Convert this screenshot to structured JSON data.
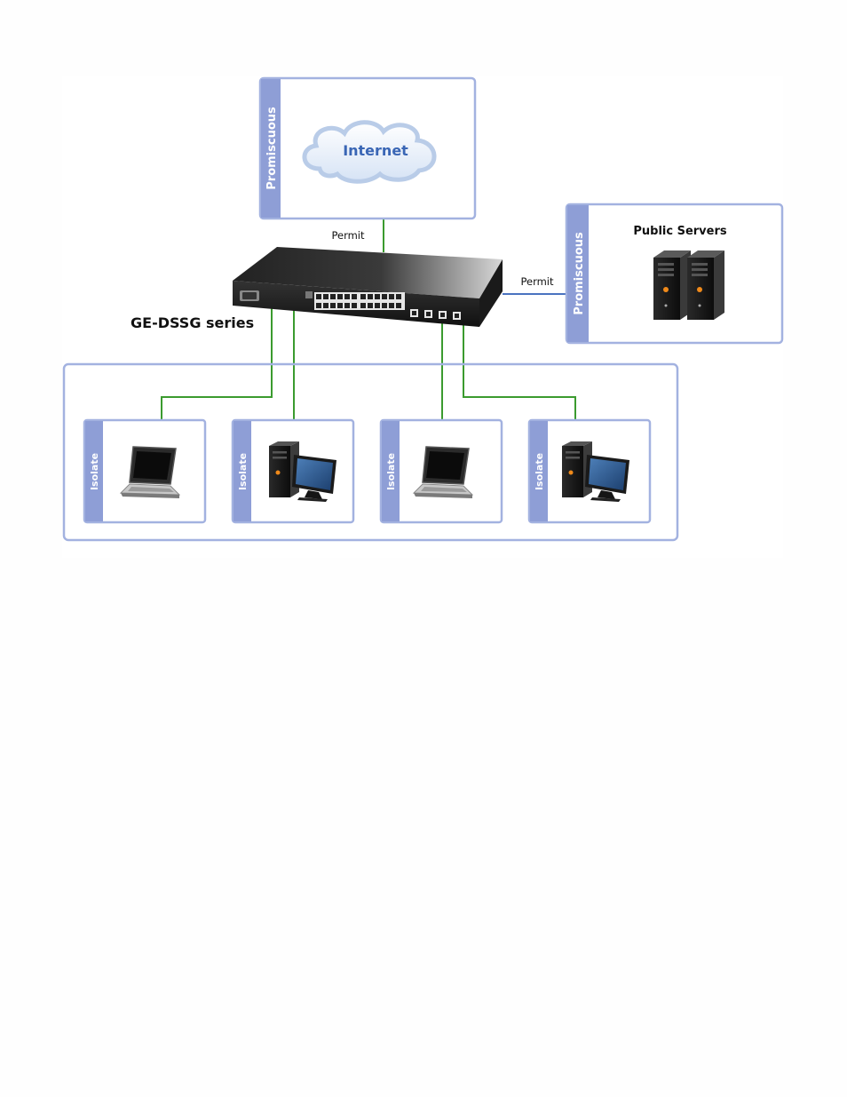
{
  "cloud": {
    "label": "Internet"
  },
  "switch": {
    "label": "GE-DSSG series"
  },
  "links": {
    "internet_label": "Permit",
    "servers_label": "Permit"
  },
  "zones": {
    "internet_zone": {
      "tag": "Promiscuous"
    },
    "servers_zone": {
      "tag": "Promiscuous",
      "title": "Public Servers"
    },
    "isolated": [
      {
        "tag": "Isolate",
        "device": "laptop"
      },
      {
        "tag": "Isolate",
        "device": "desktop"
      },
      {
        "tag": "Isolate",
        "device": "laptop"
      },
      {
        "tag": "Isolate",
        "device": "desktop"
      }
    ]
  },
  "colors": {
    "zone_border": "#a3b2e0",
    "zone_tag": "#8e9ed6",
    "link_green": "#3b9b2f",
    "link_blue": "#4a73c0",
    "cloud_text": "#3a66b5"
  }
}
